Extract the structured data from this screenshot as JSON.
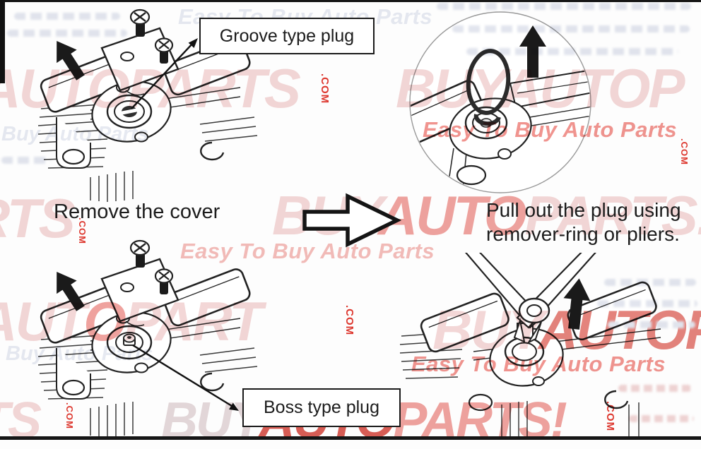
{
  "captions": {
    "remove_cover": "Remove the cover",
    "pull_line1": "Pull out the plug using",
    "pull_line2": "remover-ring or pliers."
  },
  "labels": {
    "groove_plug": "Groove type plug",
    "boss_plug": "Boss type plug"
  },
  "watermark": {
    "script_full": "Easy To Buy Auto Parts",
    "script_short": "Buy Auto Parts",
    "com": ".COM",
    "rows": {
      "r1_left": "YAUTOPARTS",
      "r1_right": "BUYAUTOP",
      "r2_left": "RTS",
      "r2_buy": "BUY",
      "r2_auto": "AUTO",
      "r2_parts": "PARTS!",
      "r3_left_a": "YAUT",
      "r3_left_b": "O",
      "r3_left_c": "PART",
      "r3_buy": "BUY",
      "r3_autop": "AUTOP",
      "r4_left": "TS",
      "r4_buy": "BUY",
      "r4_auto": "AUTO",
      "r4_parts": "PARTS!"
    },
    "colors": {
      "light_pink": "#f3d7d7",
      "salmon": "#efa29e",
      "brand_red": "#df372e",
      "script_gray": "#e6e9f1"
    }
  }
}
